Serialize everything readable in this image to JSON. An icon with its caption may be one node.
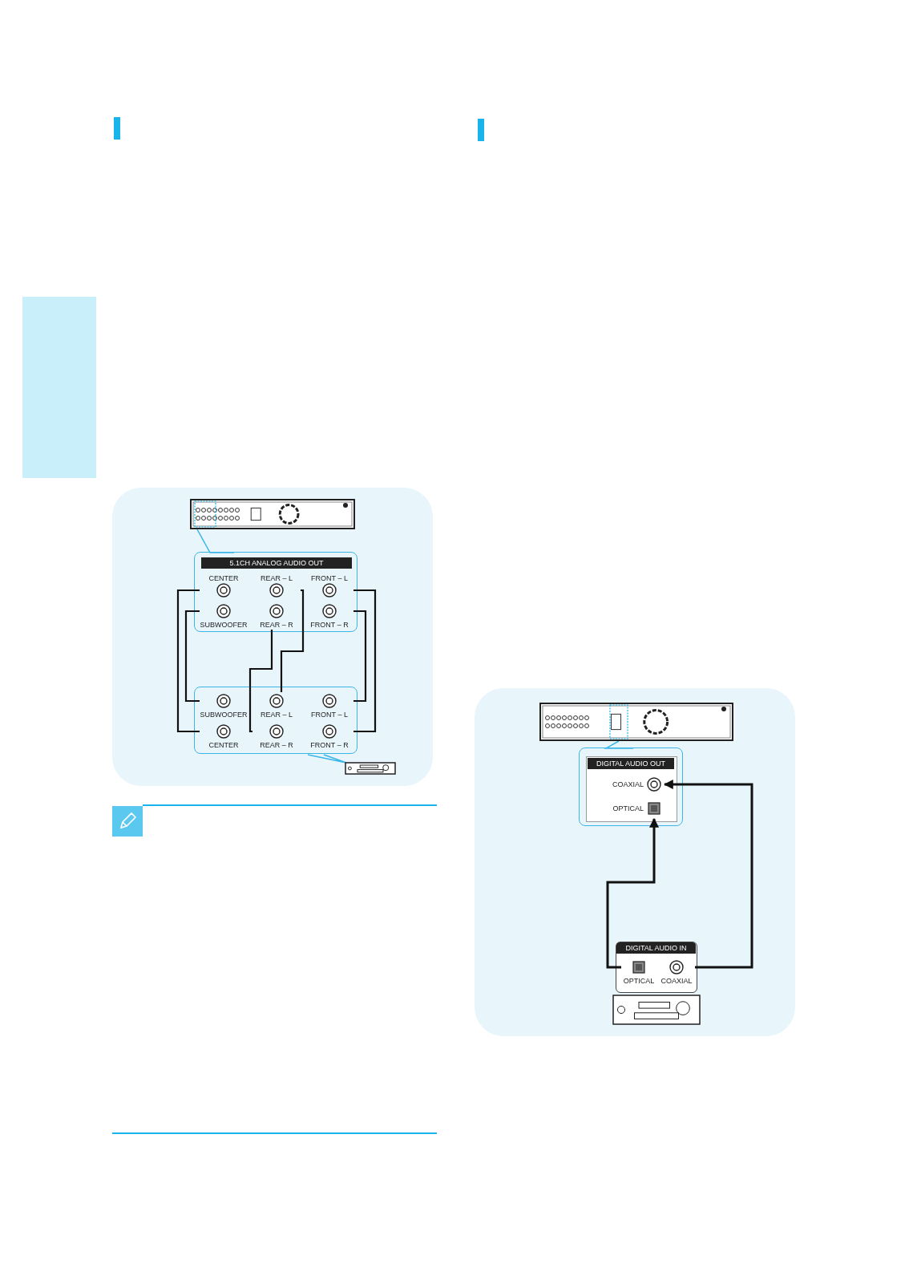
{
  "diagram": {
    "nodes": [
      {
        "text": [
          "5.1CH ANALOG AUDIO OUT"
        ]
      },
      {
        "text": [
          "CENTER"
        ],
        "in": 0
      },
      {
        "text": [
          "REAR – L"
        ],
        "in": 0
      },
      {
        "text": [
          "FRONT – L"
        ],
        "in": 0
      },
      {
        "text": [
          "SUBWOOFER"
        ],
        "in": 0
      },
      {
        "text": [
          "REAR – R"
        ],
        "in": 0
      },
      {
        "text": [
          "FRONT – R"
        ],
        "in": 0
      },
      {
        "text": [],
        "shape": "box"
      },
      {
        "text": [
          "SUBWOOFER"
        ],
        "in": 7
      },
      {
        "text": [
          "REAR – L"
        ],
        "in": 7
      },
      {
        "text": [
          "FRONT – L"
        ],
        "in": 7
      },
      {
        "text": [
          "CENTER"
        ],
        "in": 7
      },
      {
        "text": [
          "REAR – R"
        ],
        "in": 7
      },
      {
        "text": [
          "FRONT – R"
        ],
        "in": 7
      },
      {
        "text": [
          "DIGITAL AUDIO OUT"
        ]
      },
      {
        "text": [
          "COAXIAL"
        ],
        "in": 14
      },
      {
        "text": [
          "OPTICAL"
        ],
        "in": 14
      },
      {
        "text": [
          "DIGITAL AUDIO IN"
        ]
      },
      {
        "text": [
          "OPTICAL"
        ],
        "in": 17
      },
      {
        "text": [
          "COAXIAL"
        ],
        "in": 17
      },
      {
        "text": [],
        "shape": "box"
      }
    ],
    "edges": [
      {
        "from": 1,
        "to": 11,
        "arrow": "none"
      },
      {
        "from": 4,
        "to": 8,
        "arrow": "none"
      },
      {
        "from": 2,
        "to": 9,
        "arrow": "none"
      },
      {
        "from": 5,
        "to": 12,
        "arrow": "none"
      },
      {
        "from": 3,
        "to": 13,
        "arrow": "none"
      },
      {
        "from": 6,
        "to": 10,
        "arrow": "none"
      },
      {
        "from": 18,
        "to": 16,
        "arrow": "to"
      },
      {
        "from": 19,
        "to": 15,
        "arrow": "to"
      }
    ]
  }
}
